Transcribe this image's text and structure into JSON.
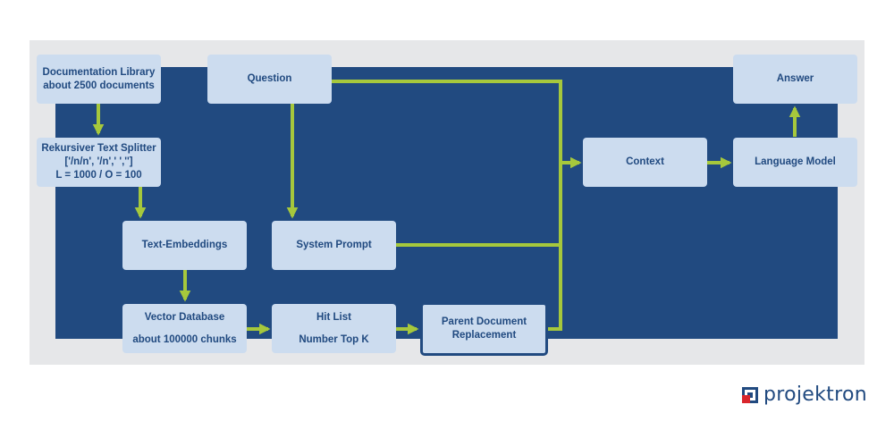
{
  "nodes": {
    "doc_library": {
      "line1": "Documentation Library",
      "line2": "about 2500 documents"
    },
    "question": {
      "label": "Question"
    },
    "answer": {
      "label": "Answer"
    },
    "text_splitter": {
      "line1": "Rekursiver Text Splitter",
      "line2": "['/n/n', '/n',' ','']",
      "line3": "L = 1000 / O = 100"
    },
    "context": {
      "label": "Context"
    },
    "language_model": {
      "label": "Language Model"
    },
    "text_embeddings": {
      "label": "Text-Embeddings"
    },
    "system_prompt": {
      "label": "System Prompt"
    },
    "vector_database": {
      "line1": "Vector Database",
      "line2": "about 100000 chunks"
    },
    "hit_list": {
      "line1": "Hit List",
      "line2": "Number Top K"
    },
    "parent_doc": {
      "line1": "Parent Document",
      "line2": "Replacement"
    }
  },
  "colors": {
    "panel": "#214a80",
    "frame": "#e6e7e9",
    "box": "#ccdcef",
    "arrow": "#a6c83c",
    "logo_red": "#d9262c"
  },
  "logo": {
    "text": "projektron"
  }
}
